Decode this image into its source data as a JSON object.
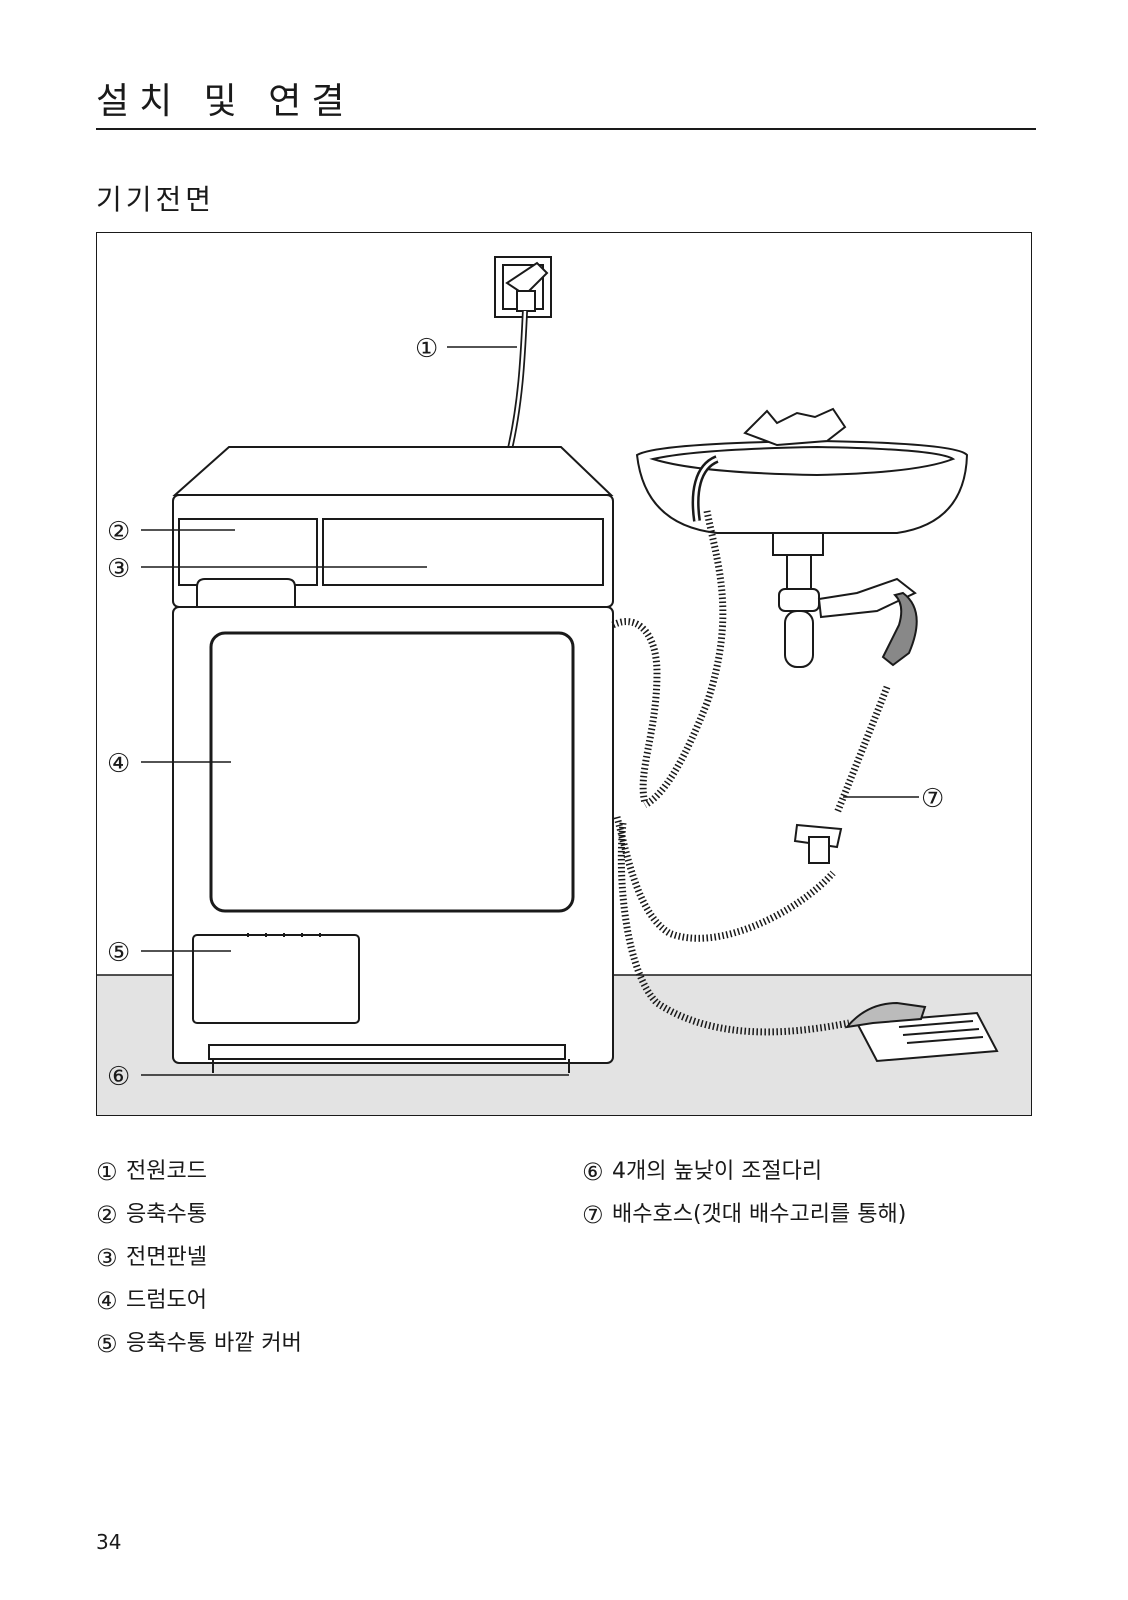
{
  "page": {
    "title": "설치 및 연결",
    "subtitle": "기기전면",
    "page_number": "34"
  },
  "figure": {
    "callouts": [
      "①",
      "②",
      "③",
      "④",
      "⑤",
      "⑥",
      "⑦"
    ]
  },
  "legend": {
    "left": [
      {
        "num": "①",
        "label": "전원코드"
      },
      {
        "num": "②",
        "label": "응축수통"
      },
      {
        "num": "③",
        "label": "전면판넬"
      },
      {
        "num": "④",
        "label": "드럼도어"
      },
      {
        "num": "⑤",
        "label": "응축수통 바깥 커버"
      }
    ],
    "right": [
      {
        "num": "⑥",
        "label": "4개의 높낮이 조절다리"
      },
      {
        "num": "⑦",
        "label": "배수호스(갯대 배수고리를 통해)"
      }
    ]
  }
}
